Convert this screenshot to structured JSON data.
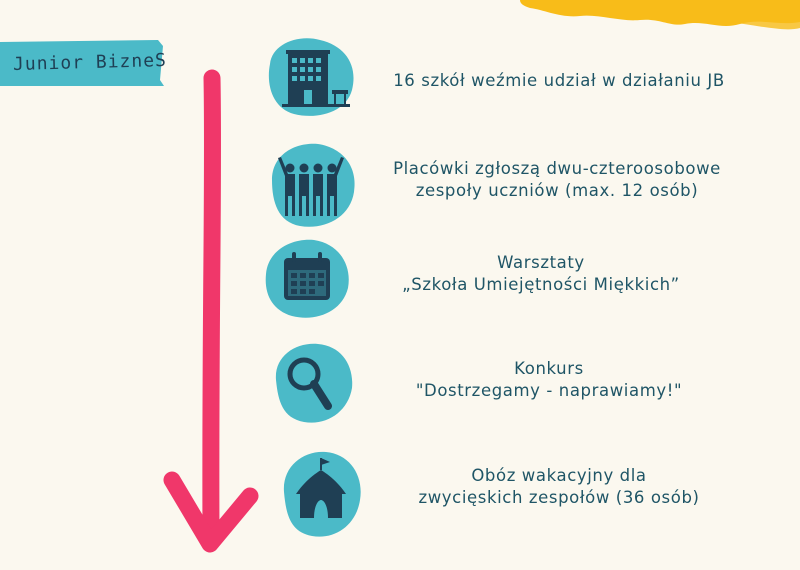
{
  "banner": {
    "label": "Junior BizneS"
  },
  "steps": [
    {
      "icon": "school-building-icon",
      "line1": "16 szkół weźmie udział w działaniu JB",
      "line2": ""
    },
    {
      "icon": "students-group-icon",
      "line1": "Placówki zgłoszą dwu-czteroosobowe",
      "line2": "zespoły uczniów (max. 12 osób)"
    },
    {
      "icon": "calendar-icon",
      "line1": "Warsztaty",
      "line2": "„Szkoła Umiejętności Miękkich”"
    },
    {
      "icon": "magnifier-icon",
      "line1": "Konkurs",
      "line2": "\"Dostrzegamy - naprawiamy!\""
    },
    {
      "icon": "tent-icon",
      "line1": "Obóz wakacyjny dla",
      "line2": "zwycięskich zespołów (36 osób)"
    }
  ],
  "colors": {
    "background": "#fbf8ef",
    "teal": "#4bbac8",
    "navy": "#1f3f54",
    "arrow": "#f0376a",
    "splash": "#f8bc19",
    "text": "#1f5566"
  }
}
